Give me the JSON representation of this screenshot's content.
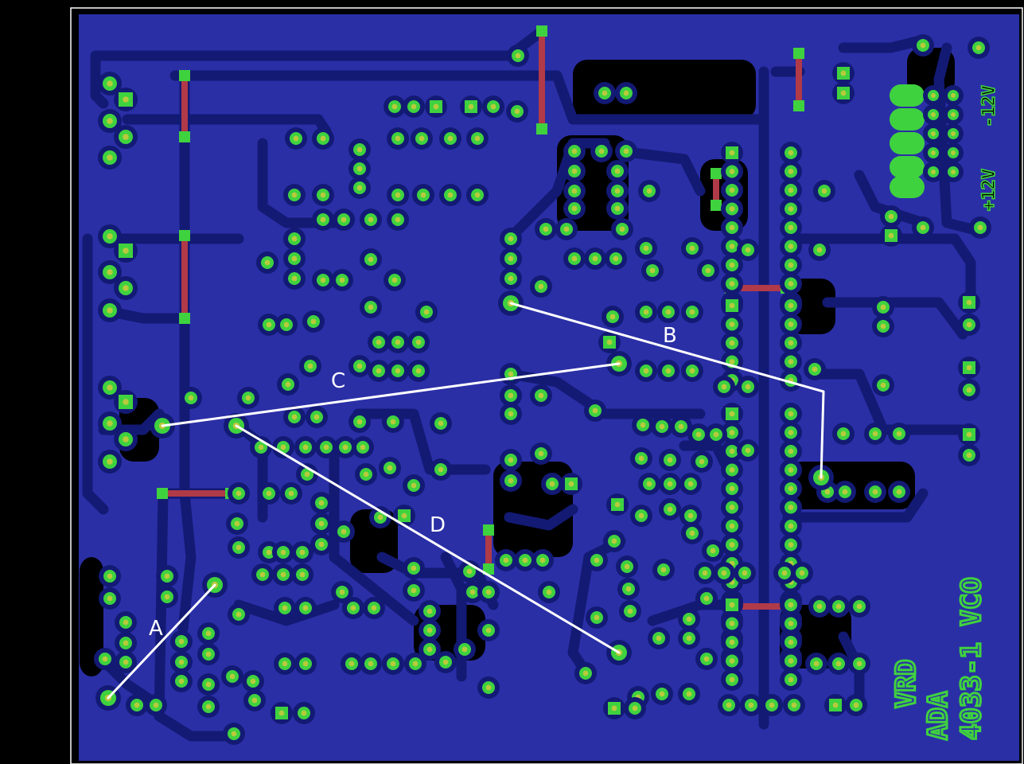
{
  "board": {
    "colors": {
      "background": "#000000",
      "board_edge": "#ffffff",
      "substrate": "#2a2fa6",
      "copper": "#131a74",
      "pad": "#3fd23f",
      "via_hole": "#b9c93c",
      "jumper": "#b03a48",
      "route_line": "#ffffff"
    }
  },
  "silkscreen": {
    "title_line1": "VRD",
    "title_line2": "4033-1 VCO",
    "title_line3": "ADA",
    "plus_supply": "+12V",
    "minus_supply": "-12V"
  },
  "routes": {
    "a": "A",
    "b": "B",
    "c": "C",
    "d": "D"
  }
}
